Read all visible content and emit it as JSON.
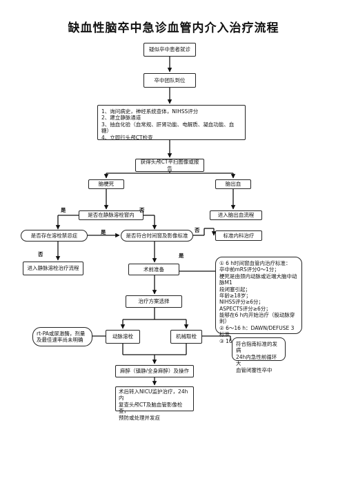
{
  "title": "缺血性脑卒中急诊血管内介入治疗流程",
  "nodes": {
    "suspect": "疑似卒中患者就诊",
    "team": "卒中团队到位",
    "initial_steps": [
      "1、询问病史，神经系统查体，NIHSS评分",
      "2、建立静脉通道",
      "3、抽血化验（血常规、肝肾功能、电解质、凝血功能、血糖）",
      "4、立即行头颅CT检查"
    ],
    "ct": "获得头颅CT平扫图像或报告",
    "infarct": "脑梗死",
    "hemorrhage": "脑出血",
    "in_window": "是否在静脉溶栓窗内",
    "hem_flow": "进入脑出血流程",
    "thrombolysis_contra": "是否存在溶栓禁忌症",
    "meets_criteria": "是否符合时间窗及影像标准",
    "standard_med": "标准内科治疗",
    "iv_flow": "进入静脉溶栓治疗流程",
    "preop": "术前准备",
    "plan": "治疗方案选择",
    "rtpa_note": [
      "rt-PA或尿激酶，剂量",
      "及最佳速率尚未明确"
    ],
    "arterial": "动脉溶栓",
    "mechanical": "机械取栓",
    "criteria": [
      "① 6 h时间窗血管内治疗标准：",
      "卒中前mRS评分0～1分；",
      "梗死是由颈内动脉或近端大脑中动脉M1",
      "段闭塞引起；",
      "年龄≥18岁；",
      "NIHSS评分≥6分；",
      "ASPECTS评分≥6分；",
      "能够在6 h内开始治疗（股动脉穿刺）",
      "②  6～16 h：DAWN/DEFUSE 3标准",
      "③  16～24 h：DAWN标准"
    ],
    "guideline": [
      "符合指南标准的发病",
      "24h内急性前循环大",
      "血管闭塞性卒中"
    ],
    "anesthesia": "麻醉（镇静/全身麻醉）及操作",
    "postop": [
      "术后转入NICU监护治疗，24h内",
      "复查头颅CT及脑血管影像检查，",
      "预防或处理并发症"
    ]
  },
  "labels": {
    "yes": "是",
    "no": "否"
  }
}
